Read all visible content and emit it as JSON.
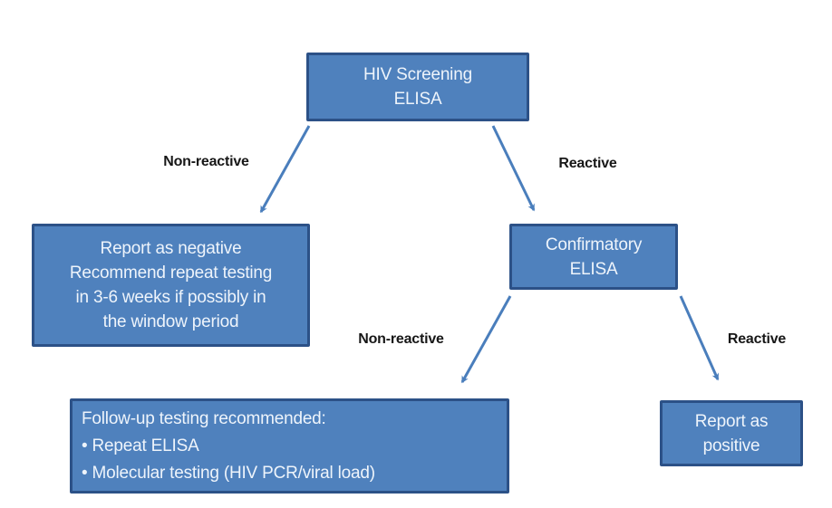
{
  "diagram": {
    "type": "flowchart",
    "topic": "HIV ELISA screening and confirmatory testing algorithm",
    "nodes": {
      "screening": {
        "lines": [
          "HIV Screening",
          "ELISA"
        ]
      },
      "report_negative": {
        "lines": [
          "Report as negative",
          "Recommend repeat testing",
          "in 3-6 weeks if possibly in",
          "the window period"
        ]
      },
      "confirmatory": {
        "lines": [
          "Confirmatory",
          "ELISA"
        ]
      },
      "follow_up": {
        "lines": [
          "Follow-up testing recommended:",
          "• Repeat ELISA",
          "• Molecular testing (HIV PCR/viral load)"
        ]
      },
      "report_positive": {
        "lines": [
          "Report as",
          "positive"
        ]
      }
    },
    "edges": [
      {
        "from": "screening",
        "to": "report_negative",
        "label": "Non-reactive"
      },
      {
        "from": "screening",
        "to": "confirmatory",
        "label": "Reactive"
      },
      {
        "from": "confirmatory",
        "to": "follow_up",
        "label": "Non-reactive"
      },
      {
        "from": "confirmatory",
        "to": "report_positive",
        "label": "Reactive"
      }
    ],
    "colors": {
      "node_fill": "#4f81bd",
      "node_border": "#2c5187",
      "node_text": "#eef4fb",
      "arrow": "#4a7ebc",
      "edge_label_text": "#171717",
      "background": "#ffffff"
    }
  }
}
